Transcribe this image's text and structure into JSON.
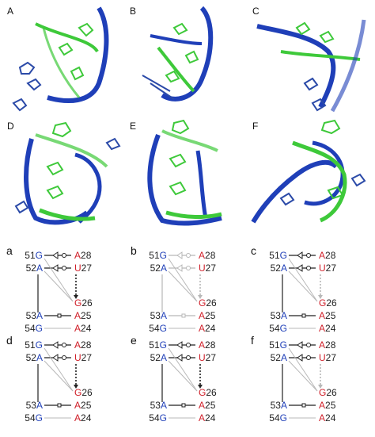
{
  "structure_panels": [
    {
      "label": "A"
    },
    {
      "label": "B"
    },
    {
      "label": "C"
    },
    {
      "label": "D"
    },
    {
      "label": "E"
    },
    {
      "label": "F"
    }
  ],
  "diagram_panels": [
    {
      "label": "a",
      "arrow_dark": true,
      "faded": false
    },
    {
      "label": "b",
      "arrow_dark": false,
      "faded": true
    },
    {
      "label": "c",
      "arrow_dark": false,
      "faded": false
    },
    {
      "label": "d",
      "arrow_dark": true,
      "faded": false
    },
    {
      "label": "e",
      "arrow_dark": true,
      "faded": false
    },
    {
      "label": "f",
      "arrow_dark": false,
      "faded": false
    }
  ],
  "nucleotides": {
    "left": [
      {
        "num": "51",
        "base": "G"
      },
      {
        "num": "52",
        "base": "A"
      },
      {
        "num": "53",
        "base": "A"
      },
      {
        "num": "54",
        "base": "G"
      }
    ],
    "right": [
      {
        "base": "A",
        "num": "28"
      },
      {
        "base": "U",
        "num": "27"
      },
      {
        "base": "G",
        "num": "26"
      },
      {
        "base": "A",
        "num": "25"
      },
      {
        "base": "A",
        "num": "24"
      }
    ]
  },
  "colors": {
    "blue": "#1f3fb8",
    "red": "#d0202a",
    "green": "#3ec93a",
    "dark": "#222222",
    "light": "#b8b8b8"
  }
}
